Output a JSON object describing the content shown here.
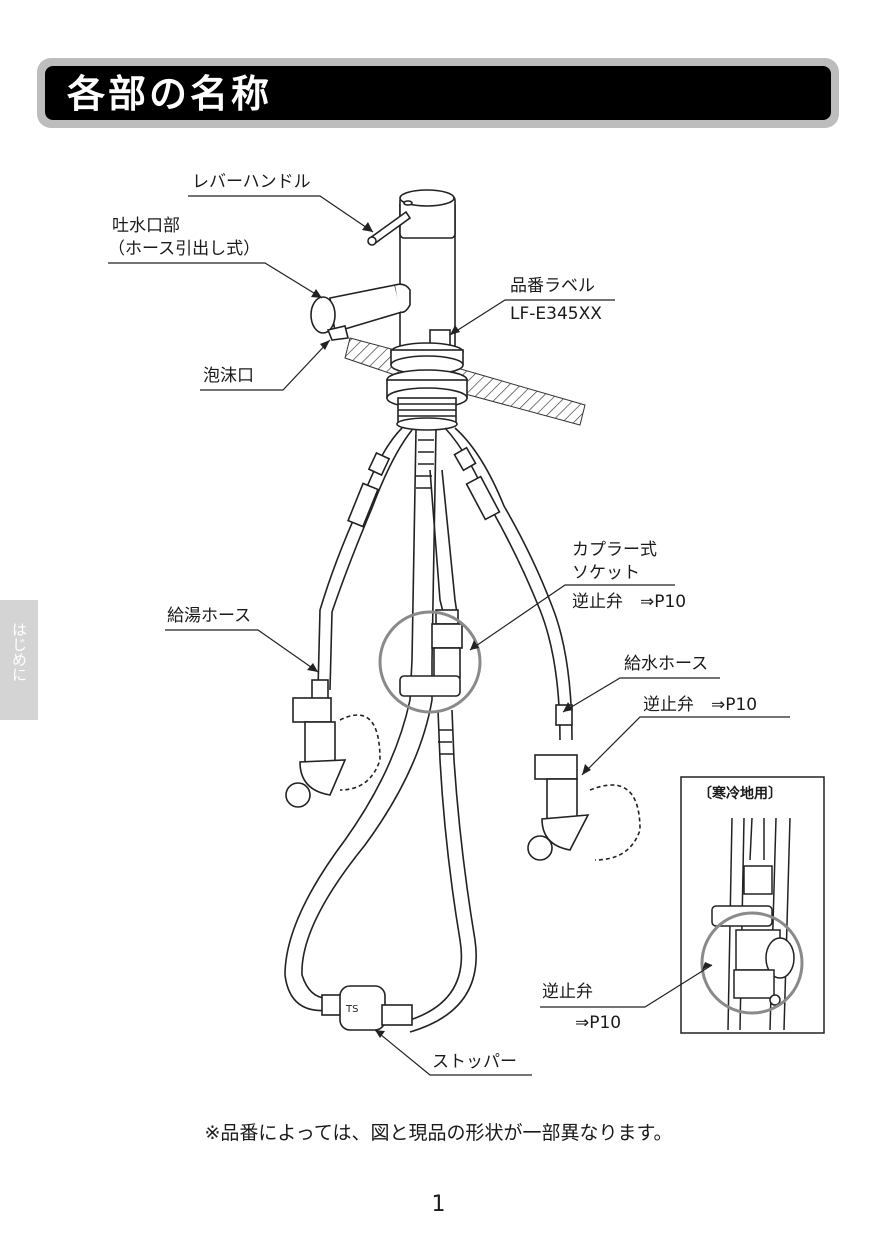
{
  "title": "各部の名称",
  "side_tab": "はじめに",
  "labels": {
    "lever_handle": "レバーハンドル",
    "spout": "吐水口部",
    "spout_sub": "（ホース引出し式）",
    "part_label": "品番ラベル",
    "part_number": "LF-E345XX",
    "aerator": "泡沫口",
    "coupler_socket_1": "カプラー式",
    "coupler_socket_2": "ソケット",
    "check_valve_p10_a": "逆止弁　⇒P10",
    "hot_hose": "給湯ホース",
    "cold_hose": "給水ホース",
    "check_valve_p10_b": "逆止弁　⇒P10",
    "cold_region": "〔寒冷地用〕",
    "check_valve_c": "逆止弁",
    "p10_ref": "⇒P10",
    "stopper": "ストッパー"
  },
  "note": "※品番によっては、図と現品の形状が一部異なります。",
  "page_number": "1"
}
